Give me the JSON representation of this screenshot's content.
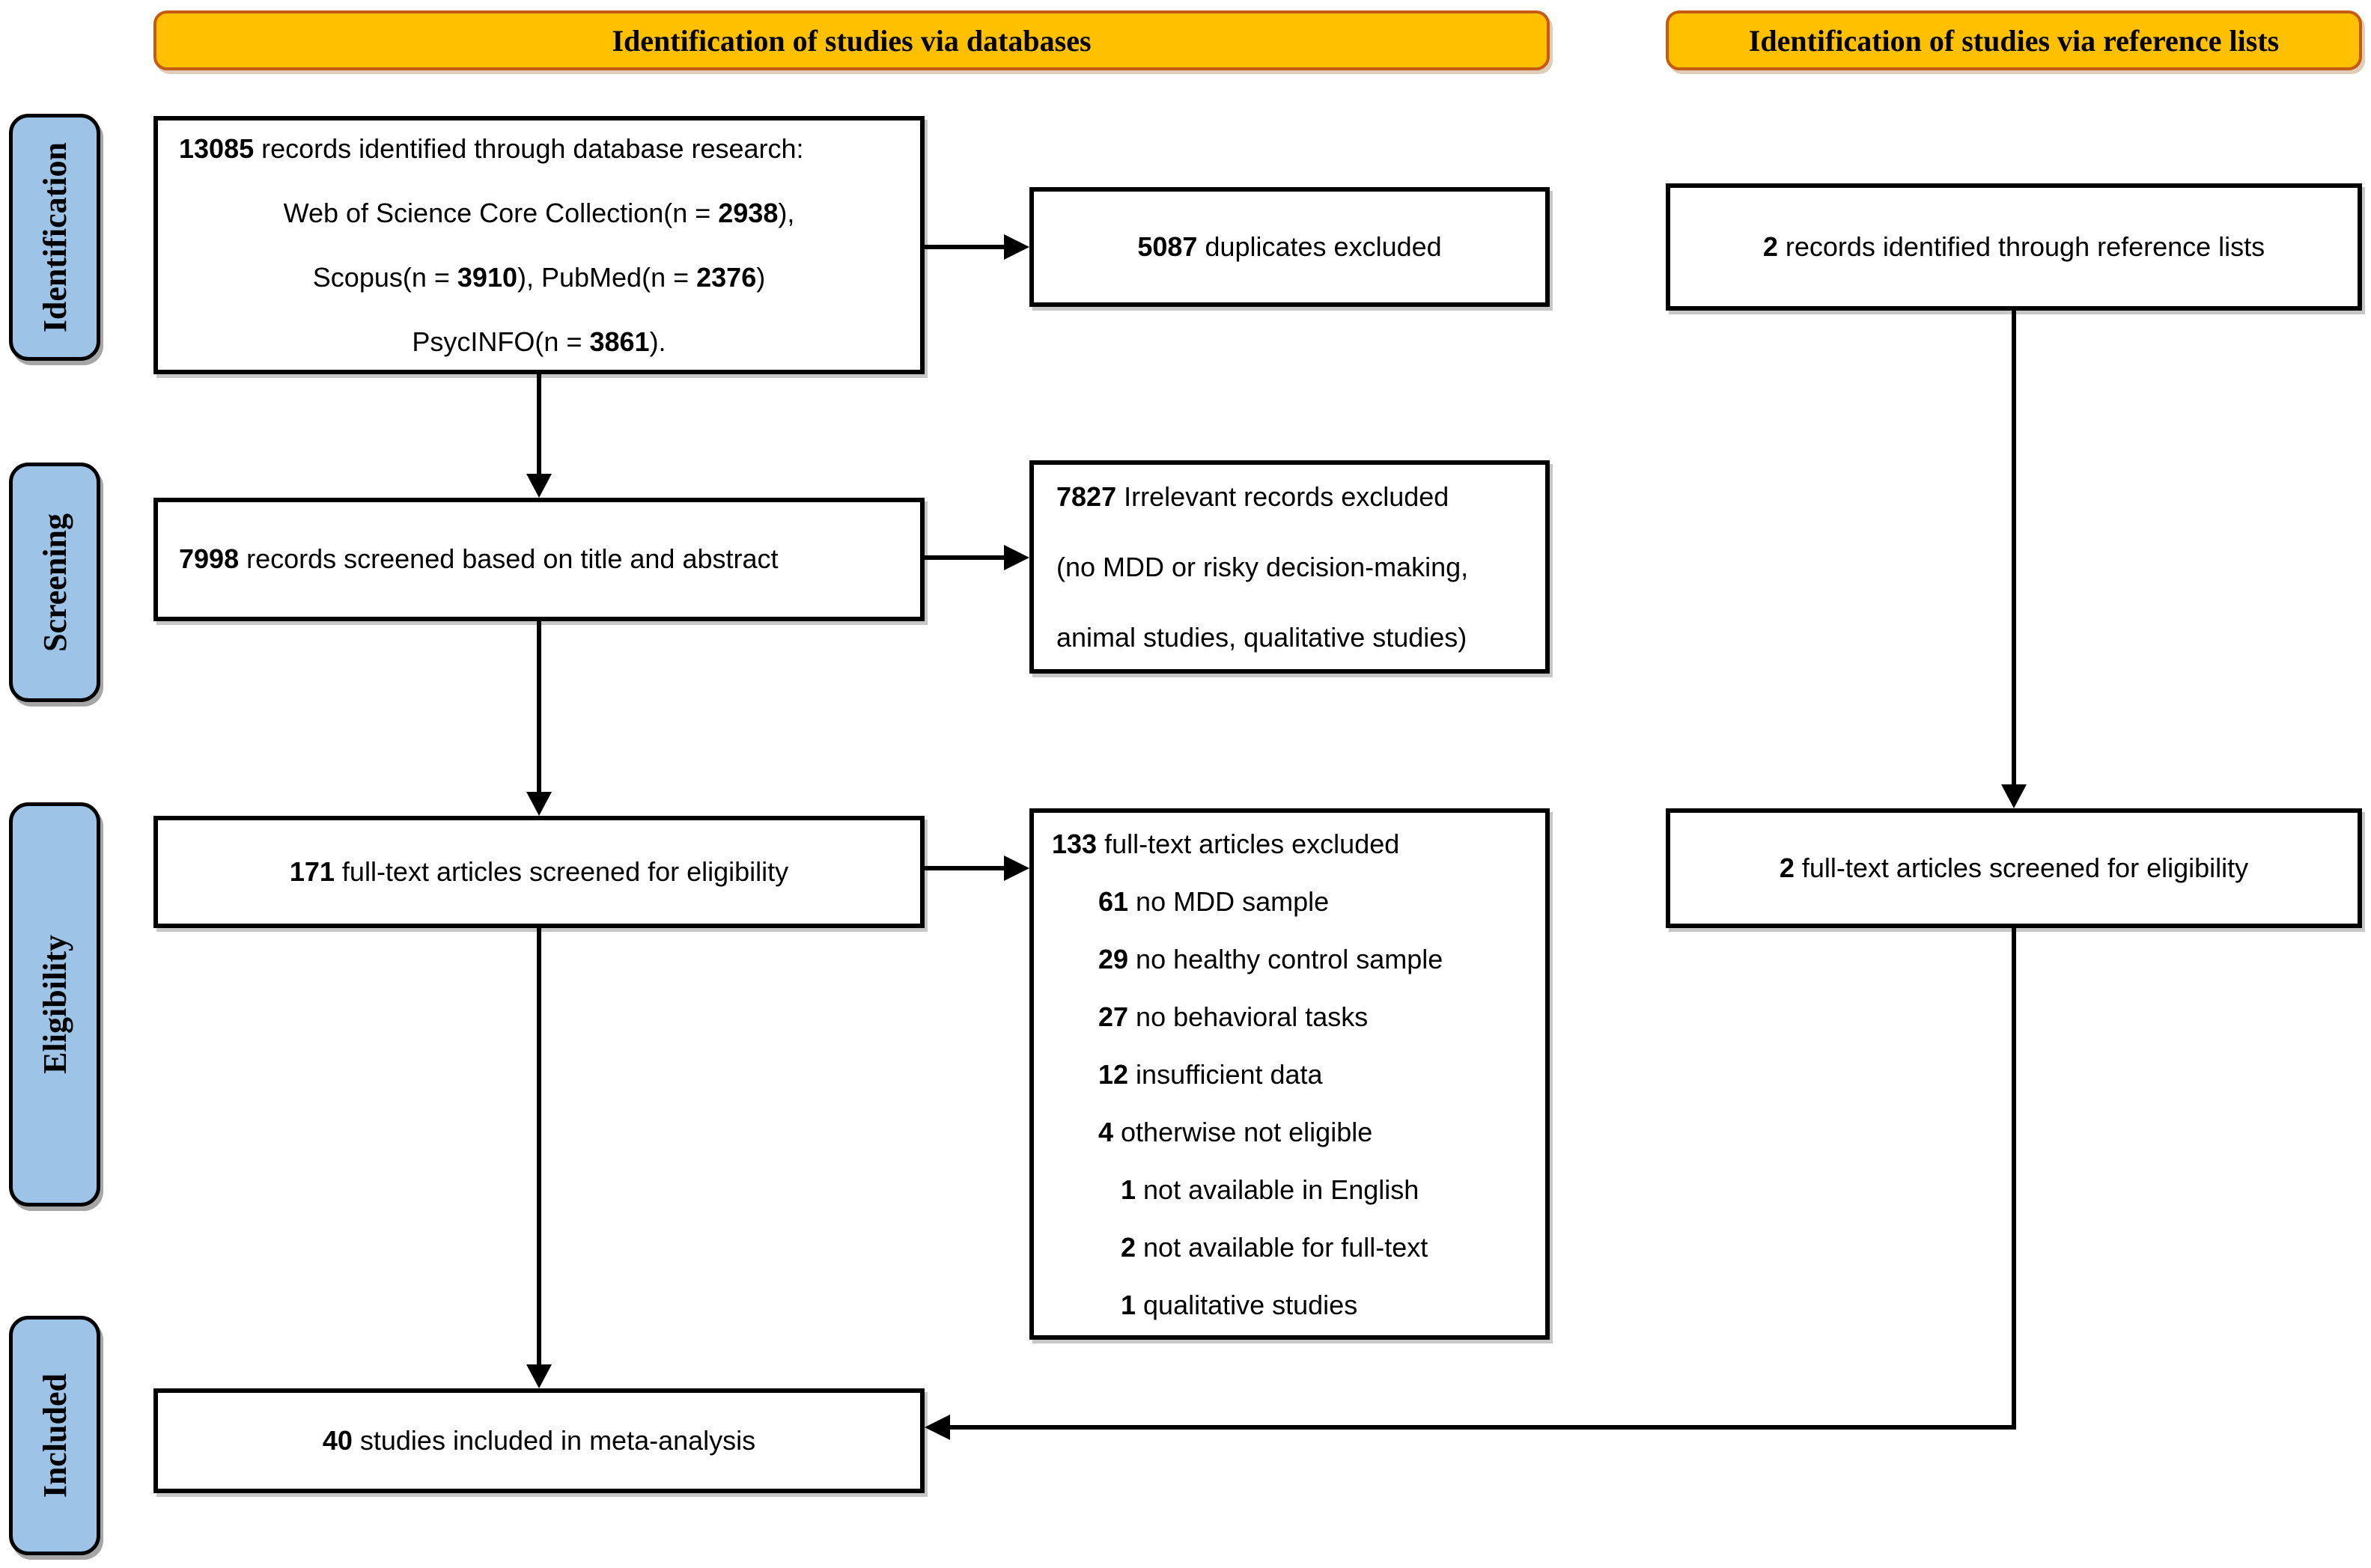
{
  "colors": {
    "header_fill": "#FFC000",
    "header_border": "#C55A11",
    "stage_fill": "#9DC3E6",
    "line_color": "#000000"
  },
  "headers": {
    "databases": "Identification of studies via databases",
    "references": "Identification of studies via reference lists"
  },
  "stages": {
    "identification": "Identification",
    "screening": "Screening",
    "eligibility": "Eligibility",
    "included": "Included"
  },
  "boxes": {
    "db_records": {
      "lines": [
        [
          {
            "b": "13085"
          },
          {
            "t": " records identified through database research:"
          }
        ],
        [
          {
            "t": "Web of Science Core Collection(n = "
          },
          {
            "b": "2938"
          },
          {
            "t": "),"
          }
        ],
        [
          {
            "t": "Scopus(n = "
          },
          {
            "b": "3910"
          },
          {
            "t": "), PubMed(n = "
          },
          {
            "b": "2376"
          },
          {
            "t": ")"
          }
        ],
        [
          {
            "t": "PsycINFO(n = "
          },
          {
            "b": "3861"
          },
          {
            "t": ")."
          }
        ]
      ]
    },
    "duplicates": {
      "line": [
        {
          "b": "5087"
        },
        {
          "t": " duplicates excluded"
        }
      ]
    },
    "ref_records": {
      "line": [
        {
          "b": "2"
        },
        {
          "t": " records identified through reference lists"
        }
      ]
    },
    "screened": {
      "line": [
        {
          "b": "7998"
        },
        {
          "t": " records screened based on title and abstract"
        }
      ]
    },
    "irrelevant": {
      "lines": [
        [
          {
            "b": "7827"
          },
          {
            "t": " Irrelevant records excluded"
          }
        ],
        [
          {
            "t": "(no MDD or risky decision-making,"
          }
        ],
        [
          {
            "t": "animal studies, qualitative studies)"
          }
        ]
      ]
    },
    "fulltext_screened": {
      "line": [
        {
          "b": "171"
        },
        {
          "t": " full-text articles screened for eligibility"
        }
      ]
    },
    "excluded": {
      "lines": [
        [
          {
            "b": "133"
          },
          {
            "t": " full-text articles excluded"
          }
        ],
        [
          {
            "b": "61"
          },
          {
            "t": " no MDD sample"
          }
        ],
        [
          {
            "b": "29"
          },
          {
            "t": " no healthy control sample"
          }
        ],
        [
          {
            "b": "27"
          },
          {
            "t": " no behavioral tasks"
          }
        ],
        [
          {
            "b": "12"
          },
          {
            "t": " insufficient data"
          }
        ],
        [
          {
            "b": "4"
          },
          {
            "t": " otherwise not eligible"
          }
        ],
        [
          {
            "b": "1"
          },
          {
            "t": " not available in English"
          }
        ],
        [
          {
            "b": "2"
          },
          {
            "t": " not available for full-text"
          }
        ],
        [
          {
            "b": "1"
          },
          {
            "t": " qualitative studies"
          }
        ]
      ]
    },
    "ref_fulltext": {
      "line": [
        {
          "b": "2"
        },
        {
          "t": " full-text articles screened for eligibility"
        }
      ]
    },
    "included": {
      "line": [
        {
          "b": "40"
        },
        {
          "t": " studies included in meta-analysis"
        }
      ]
    }
  }
}
